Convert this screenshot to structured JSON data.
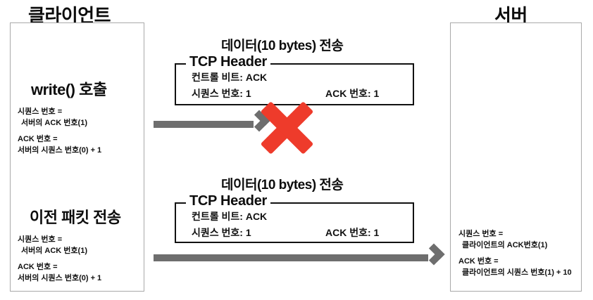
{
  "diagram": {
    "title_left": "클라이언트",
    "title_right": "서버",
    "client": {
      "phase_1_title": "write() 호출",
      "phase_1_note": {
        "seq_label": "시퀀스 번호 =",
        "seq_value": "서버의 ACK 번호(1)",
        "ack_label": "ACK 번호 =",
        "ack_value": "서버의 시퀀스 번호(0) + 1"
      },
      "phase_2_title": "이전 패킷 전송",
      "phase_2_note": {
        "seq_label": "시퀀스 번호 =",
        "seq_value": "서버의 ACK 번호(1)",
        "ack_label": "ACK 번호 =",
        "ack_value": "서버의 시퀀스 번호(0) + 1"
      }
    },
    "server": {
      "note": {
        "seq_label": "시퀀스 번호 =",
        "seq_value": "클라이언트의 ACK번호(1)",
        "ack_label": "ACK 번호 =",
        "ack_value": "클라이언트의 시퀀스 번호(1) + 10"
      }
    },
    "transmissions": [
      {
        "caption": "데이터(10 bytes) 전송",
        "legend": "TCP Header",
        "control_bits": "컨트롤 비트: ACK",
        "sequence_number": "시퀀스 번호: 1",
        "ack_number": "ACK 번호: 1",
        "delivered": false
      },
      {
        "caption": "데이터(10 bytes) 전송",
        "legend": "TCP Header",
        "control_bits": "컨트롤 비트: ACK",
        "sequence_number": "시퀀스 번호: 1",
        "ack_number": "ACK 번호: 1",
        "delivered": true
      }
    ],
    "colors": {
      "failure_cross": "#ee3b2b",
      "arrow": "#6e6e6e",
      "box_border": "#a9a9a9",
      "fieldset_border": "#111111",
      "text": "#111111"
    }
  }
}
